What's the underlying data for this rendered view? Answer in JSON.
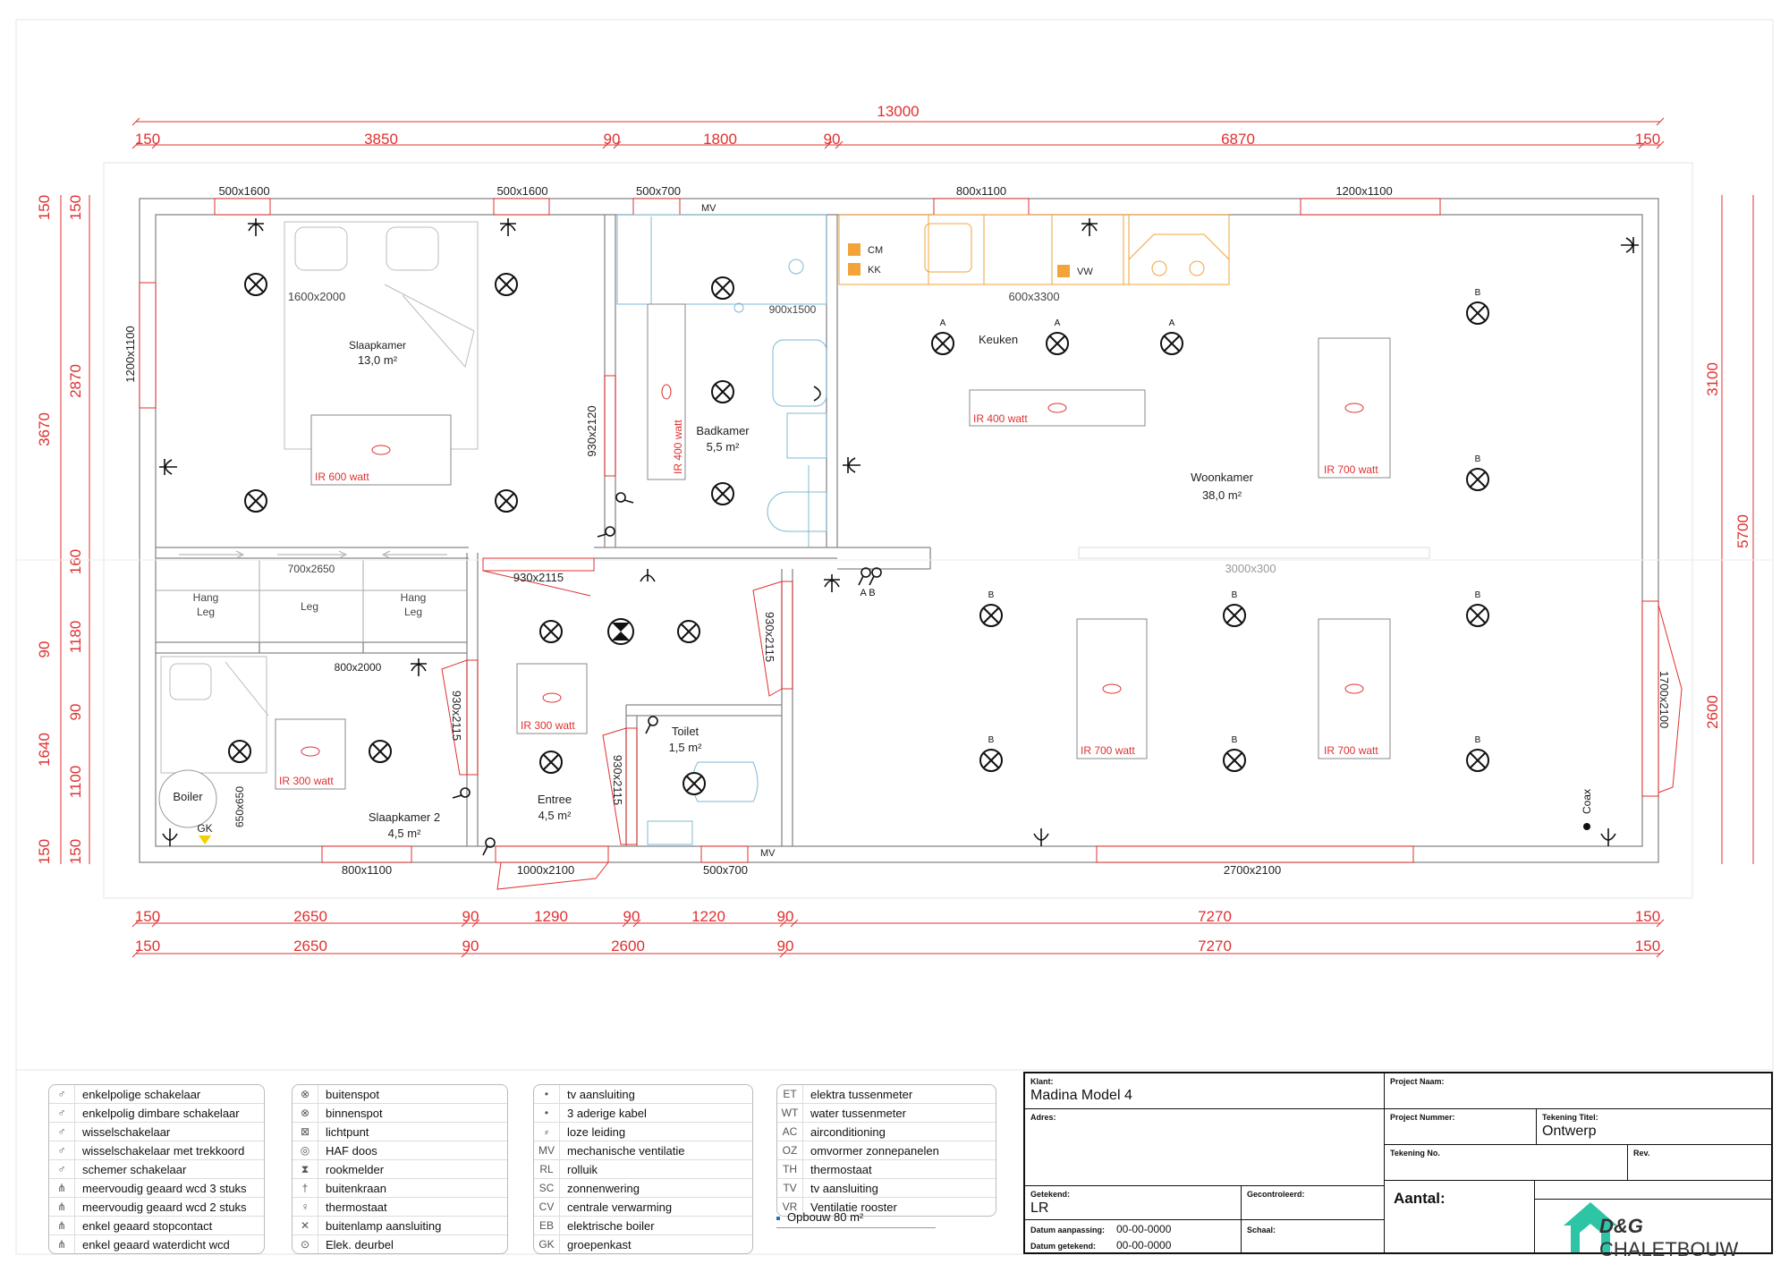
{
  "overall_dimension": "13000",
  "top_dims": [
    "150",
    "3850",
    "90",
    "1800",
    "90",
    "6870",
    "150"
  ],
  "bottom_dims_1": [
    "150",
    "2650",
    "90",
    "1290",
    "90",
    "1220",
    "90",
    "7270",
    "150"
  ],
  "bottom_dims_2": [
    "150",
    "2650",
    "90",
    "2600",
    "90",
    "7270",
    "150"
  ],
  "left_dims_outer": [
    "150",
    "3670",
    "90",
    "1640",
    "150"
  ],
  "left_dims_inner": [
    "150",
    "2870",
    "160",
    "1180",
    "90",
    "1100",
    "150"
  ],
  "right_dims_inner": [
    "3100",
    "2600"
  ],
  "right_dims_outer": [
    "5700"
  ],
  "window_labels": {
    "w1": "500x1600",
    "w2": "500x1600",
    "w3": "500x700",
    "w4": "800x1100",
    "w5": "1200x1100",
    "w6": "1200x1100",
    "w7": "800x1100",
    "w8": "1000x2100",
    "w9": "500x700",
    "w10": "2700x2100",
    "w11": "1700x2100"
  },
  "door_labels": {
    "d1": "930x2120",
    "d2": "930x2115",
    "d3": "930x2115",
    "d4": "930x2115",
    "d5": "930x2115"
  },
  "object_labels": {
    "bed1": "1600x2000",
    "shower": "900x1500",
    "kitchen": "600x3300",
    "wardrobe": "700x2650",
    "bed2": "800x2000",
    "boiler_size": "650x650",
    "sofa": "3000x300"
  },
  "rooms": {
    "slaapkamer": {
      "name": "Slaapkamer",
      "area": "13,0 m²"
    },
    "badkamer": {
      "name": "Badkamer",
      "area": "5,5 m²"
    },
    "keuken": {
      "name": "Keuken"
    },
    "woonkamer": {
      "name": "Woonkamer",
      "area": "38,0 m²"
    },
    "slaapkamer2": {
      "name": "Slaapkamer 2",
      "area": "4,5 m²"
    },
    "entree": {
      "name": "Entree",
      "area": "4,5 m²"
    },
    "toilet": {
      "name": "Toilet",
      "area": "1,5 m²"
    }
  },
  "heaters": {
    "h1": "IR 600 watt",
    "h2": "IR 400 watt",
    "h3": "IR 400 watt",
    "h4": "IR 700 watt",
    "h5": "IR 300 watt",
    "h6": "IR 300 watt",
    "h7": "IR 700 watt",
    "h8": "IR 700 watt"
  },
  "closet_labels": {
    "c1a": "Hang",
    "c1b": "Leg",
    "c2": "Leg",
    "c3a": "Hang",
    "c3b": "Leg"
  },
  "misc_labels": {
    "mv": "MV",
    "cm": "CM",
    "kk": "KK",
    "vw": "VW",
    "boiler": "Boiler",
    "gk": "GK",
    "coax": "Coax",
    "spot_a": "A",
    "spot_b": "B",
    "switch_ab": "A B"
  },
  "legend": {
    "col1": [
      {
        "sym": "♂",
        "label": "enkelpolige schakelaar"
      },
      {
        "sym": "♂",
        "label": "enkelpolig dimbare schakelaar"
      },
      {
        "sym": "♂",
        "label": "wisselschakelaar"
      },
      {
        "sym": "♂",
        "label": "wisselschakelaar met trekkoord"
      },
      {
        "sym": "♂",
        "label": "schemer schakelaar"
      },
      {
        "sym": "⋔",
        "label": "meervoudig geaard wcd 3 stuks"
      },
      {
        "sym": "⋔",
        "label": "meervoudig geaard wcd 2 stuks"
      },
      {
        "sym": "⋔",
        "label": "enkel geaard stopcontact"
      },
      {
        "sym": "⋔",
        "label": "enkel geaard waterdicht wcd"
      }
    ],
    "col2": [
      {
        "sym": "⊗",
        "label": "buitenspot"
      },
      {
        "sym": "⊗",
        "label": "binnenspot"
      },
      {
        "sym": "⊠",
        "label": "lichtpunt"
      },
      {
        "sym": "◎",
        "label": "HAF doos"
      },
      {
        "sym": "⧗",
        "label": "rookmelder"
      },
      {
        "sym": "†",
        "label": "buitenkraan"
      },
      {
        "sym": "♀",
        "label": "thermostaat"
      },
      {
        "sym": "✕",
        "label": "buitenlamp aansluiting"
      },
      {
        "sym": "⊙",
        "label": "Elek. deurbel"
      }
    ],
    "col3": [
      {
        "sym": "•",
        "label": "tv aansluiting"
      },
      {
        "sym": "•",
        "label": "3 aderige kabel"
      },
      {
        "sym": "⸗",
        "label": "loze leiding"
      },
      {
        "sym": "MV",
        "label": "mechanische ventilatie"
      },
      {
        "sym": "RL",
        "label": "rolluik"
      },
      {
        "sym": "SC",
        "label": "zonnenwering"
      },
      {
        "sym": "CV",
        "label": "centrale verwarming"
      },
      {
        "sym": "EB",
        "label": "elektrische boiler"
      },
      {
        "sym": "GK",
        "label": "groepenkast"
      }
    ],
    "col4": [
      {
        "sym": "ET",
        "label": "elektra tussenmeter"
      },
      {
        "sym": "WT",
        "label": "water tussenmeter"
      },
      {
        "sym": "AC",
        "label": "airconditioning"
      },
      {
        "sym": "OZ",
        "label": "omvormer zonnepanelen"
      },
      {
        "sym": "TH",
        "label": "thermostaat"
      },
      {
        "sym": "TV",
        "label": "tv aansluiting"
      },
      {
        "sym": "VR",
        "label": "Ventilatie rooster"
      }
    ],
    "opbouw": "Opbouw 80 m²"
  },
  "title_block": {
    "klant_label": "Klant:",
    "klant": "Madina Model 4",
    "project_naam_label": "Project Naam:",
    "adres_label": "Adres:",
    "project_nummer_label": "Project Nummer:",
    "tekening_titel_label": "Tekening Titel:",
    "tekening_titel": "Ontwerp",
    "tekening_no_label": "Tekening No.",
    "rev_label": "Rev.",
    "getekend_label": "Getekend:",
    "getekend": "LR",
    "gecontroleerd_label": "Gecontroleerd:",
    "aantal_label": "Aantal:",
    "datum_aanpassing_label": "Datum aanpassing:",
    "datum_aanpassing": "00-00-0000",
    "datum_getekend_label": "Datum getekend:",
    "datum_getekend": "00-00-0000",
    "schaal_label": "Schaal:",
    "logo_brand": "D&G",
    "logo_rest": "CHALETBOUW"
  },
  "colors": {
    "dimension": "#e03030",
    "wall": "#888888",
    "kitchen": "#f2a33a",
    "shower": "#7fb9d6",
    "text": "#222222",
    "logo": "#2ec4a6"
  }
}
